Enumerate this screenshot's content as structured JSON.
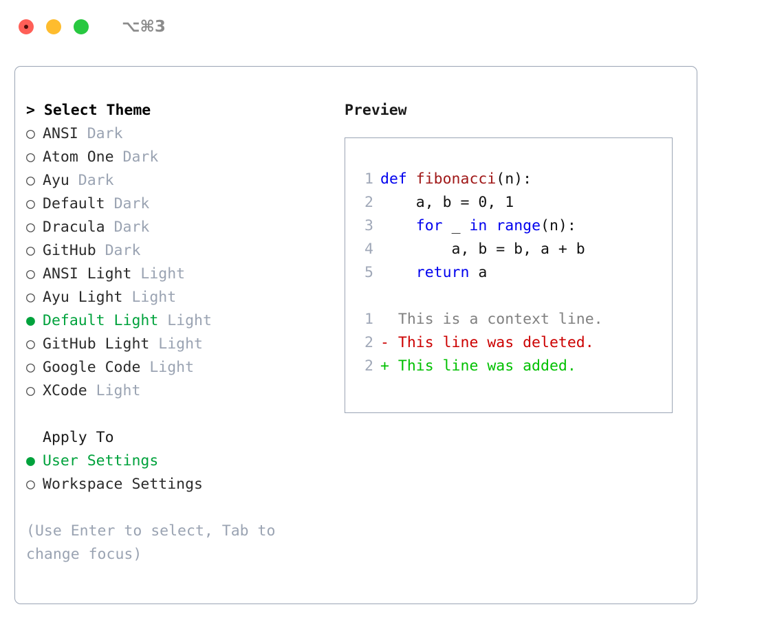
{
  "window": {
    "shortcut": "⌥⌘3",
    "traffic_lights": [
      {
        "name": "close",
        "color": "#ff5f57"
      },
      {
        "name": "minimize",
        "color": "#febc2e"
      },
      {
        "name": "zoom",
        "color": "#28c840"
      }
    ]
  },
  "theme_panel": {
    "header": "> Select Theme",
    "marker_off": "○",
    "marker_on": "●",
    "selected_color": "#00a23c",
    "tag_color": "#9aa3b2",
    "items": [
      {
        "label": "ANSI",
        "tag": "Dark",
        "selected": false
      },
      {
        "label": "Atom One",
        "tag": "Dark",
        "selected": false
      },
      {
        "label": "Ayu",
        "tag": "Dark",
        "selected": false
      },
      {
        "label": "Default",
        "tag": "Dark",
        "selected": false
      },
      {
        "label": "Dracula",
        "tag": "Dark",
        "selected": false
      },
      {
        "label": "GitHub",
        "tag": "Dark",
        "selected": false
      },
      {
        "label": "ANSI Light",
        "tag": "Light",
        "selected": false
      },
      {
        "label": "Ayu Light",
        "tag": "Light",
        "selected": false
      },
      {
        "label": "Default Light",
        "tag": "Light",
        "selected": true
      },
      {
        "label": "GitHub Light",
        "tag": "Light",
        "selected": false
      },
      {
        "label": "Google Code",
        "tag": "Light",
        "selected": false
      },
      {
        "label": "XCode",
        "tag": "Light",
        "selected": false
      }
    ]
  },
  "apply_to": {
    "header": "Apply To",
    "items": [
      {
        "label": "User Settings",
        "selected": true
      },
      {
        "label": "Workspace Settings",
        "selected": false
      }
    ]
  },
  "hint": "(Use Enter to select, Tab to\nchange focus)",
  "preview": {
    "title": "Preview",
    "code_lines": [
      {
        "no": "1",
        "tokens": [
          {
            "t": "def ",
            "c": "kw"
          },
          {
            "t": "fibonacci",
            "c": "fn"
          },
          {
            "t": "(n):",
            "c": "pl"
          }
        ]
      },
      {
        "no": "2",
        "tokens": [
          {
            "t": "    a, b = 0, 1",
            "c": "pl"
          }
        ]
      },
      {
        "no": "3",
        "tokens": [
          {
            "t": "    ",
            "c": "pl"
          },
          {
            "t": "for",
            "c": "kw"
          },
          {
            "t": " _ ",
            "c": "pl"
          },
          {
            "t": "in",
            "c": "kw"
          },
          {
            "t": " ",
            "c": "pl"
          },
          {
            "t": "range",
            "c": "kw"
          },
          {
            "t": "(n):",
            "c": "pl"
          }
        ]
      },
      {
        "no": "4",
        "tokens": [
          {
            "t": "        a, b = b, a + b",
            "c": "pl"
          }
        ]
      },
      {
        "no": "5",
        "tokens": [
          {
            "t": "    ",
            "c": "pl"
          },
          {
            "t": "return",
            "c": "kw"
          },
          {
            "t": " a",
            "c": "pl"
          }
        ]
      }
    ],
    "diff_lines": [
      {
        "no": "1",
        "text": "  This is a context line.",
        "kind": "ctx"
      },
      {
        "no": "2",
        "text": "- This line was deleted.",
        "kind": "del"
      },
      {
        "no": "2",
        "text": "+ This line was added.",
        "kind": "add"
      }
    ],
    "colors": {
      "keyword": "#0000ee",
      "function": "#a01818",
      "plain": "#111111",
      "lineno": "#a0a8b8",
      "diff_context": "#808080",
      "diff_deleted": "#cc0000",
      "diff_added": "#00c000",
      "border": "#9aa4b4"
    }
  }
}
